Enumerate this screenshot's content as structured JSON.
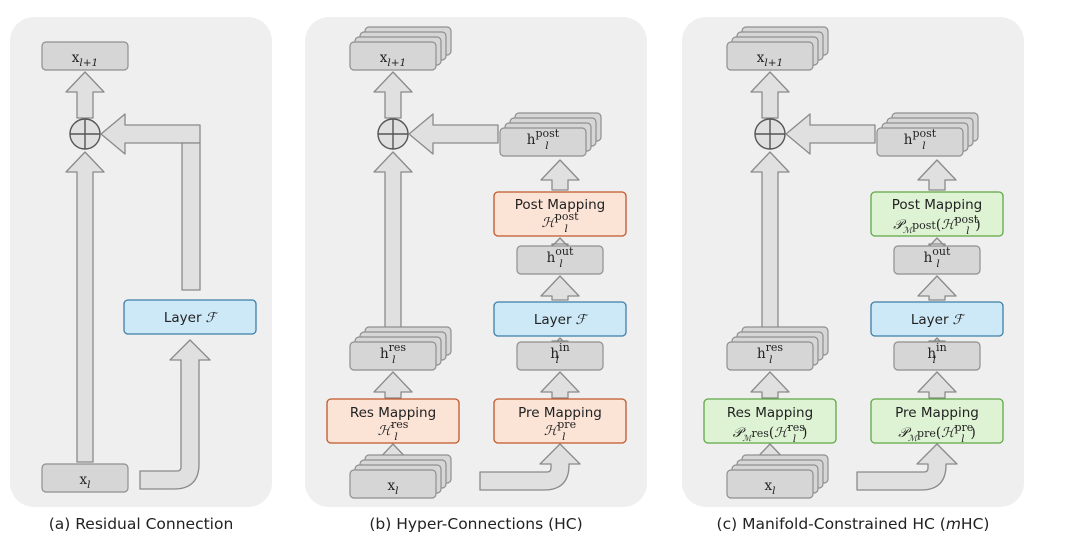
{
  "captions": {
    "a": "(a) Residual Connection",
    "b": "(b) Hyper-Connections (HC)",
    "c_prefix": "(c) Manifold-Constrained HC (",
    "c_italic": "m",
    "c_suffix": "HC)"
  },
  "math": {
    "x": "x",
    "l": "l",
    "l_plus_1": "l+1",
    "h": "h",
    "script_H": "ℋ",
    "script_P": "𝒫",
    "script_M": "ℳ",
    "script_F": "ℱ",
    "sup_res": "res",
    "sup_pre": "pre",
    "sup_post": "post",
    "sup_in": "in",
    "sup_out": "out",
    "paren_open": "(",
    "paren_close": ")"
  },
  "labels": {
    "layer": "Layer",
    "res_mapping": "Res Mapping",
    "pre_mapping": "Pre Mapping",
    "post_mapping": "Post Mapping"
  },
  "colors": {
    "panel": "#efefef",
    "gray_box": "#d6d6d6",
    "layer_fill": "#cde8f7",
    "layer_stroke": "#3d7fa8",
    "hc_fill": "#fbe3d6",
    "hc_stroke": "#c0572b",
    "mhc_fill": "#def3d4",
    "mhc_stroke": "#5fa845"
  }
}
